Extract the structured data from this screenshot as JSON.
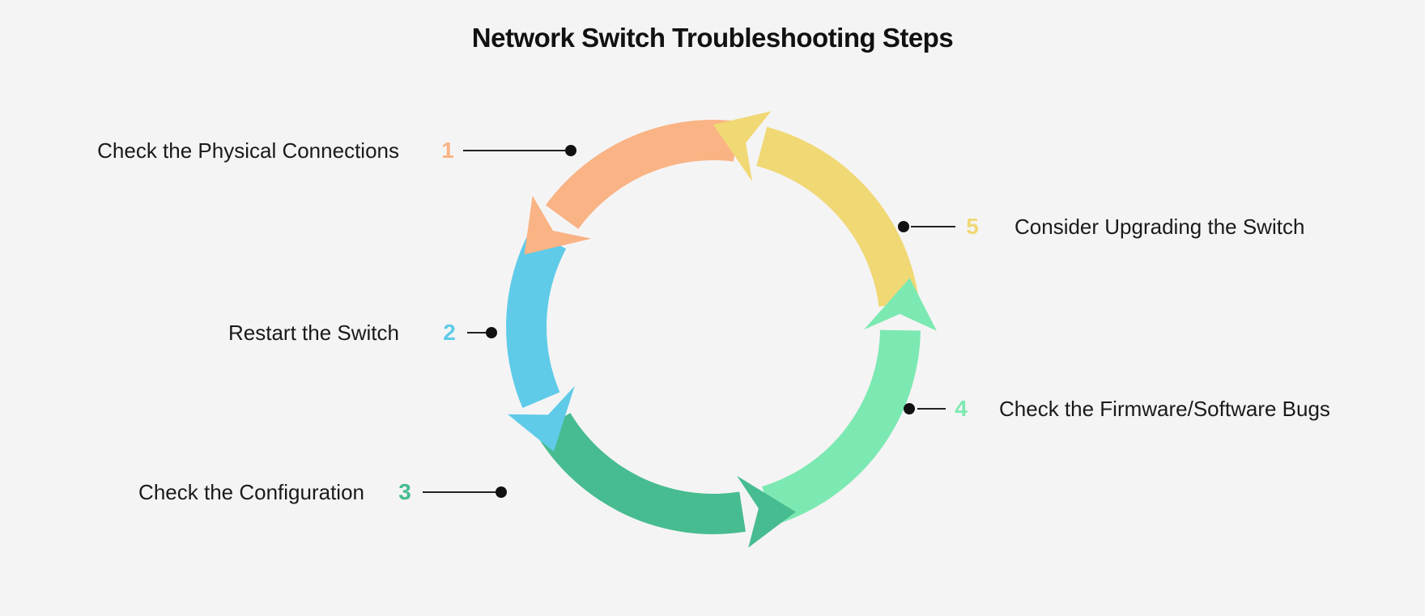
{
  "title": "Network Switch Troubleshooting Steps",
  "steps": [
    {
      "number": "1",
      "label": "Check the Physical Connections",
      "color": "#FAB384",
      "side": "left"
    },
    {
      "number": "2",
      "label": "Restart the Switch",
      "color": "#5FCBE8",
      "side": "left"
    },
    {
      "number": "3",
      "label": "Check the Configuration",
      "color": "#47BC90",
      "side": "left"
    },
    {
      "number": "4",
      "label": "Check the Firmware/Software Bugs",
      "color": "#7DE9B2",
      "side": "right"
    },
    {
      "number": "5",
      "label": "Consider Upgrading the Switch",
      "color": "#F0D875",
      "side": "right"
    }
  ],
  "colors": {
    "background": "#F5F4F5",
    "text": "#1A1A1A",
    "title_text": "#111111",
    "connector_line": "#222222",
    "connector_dot": "#111111"
  }
}
